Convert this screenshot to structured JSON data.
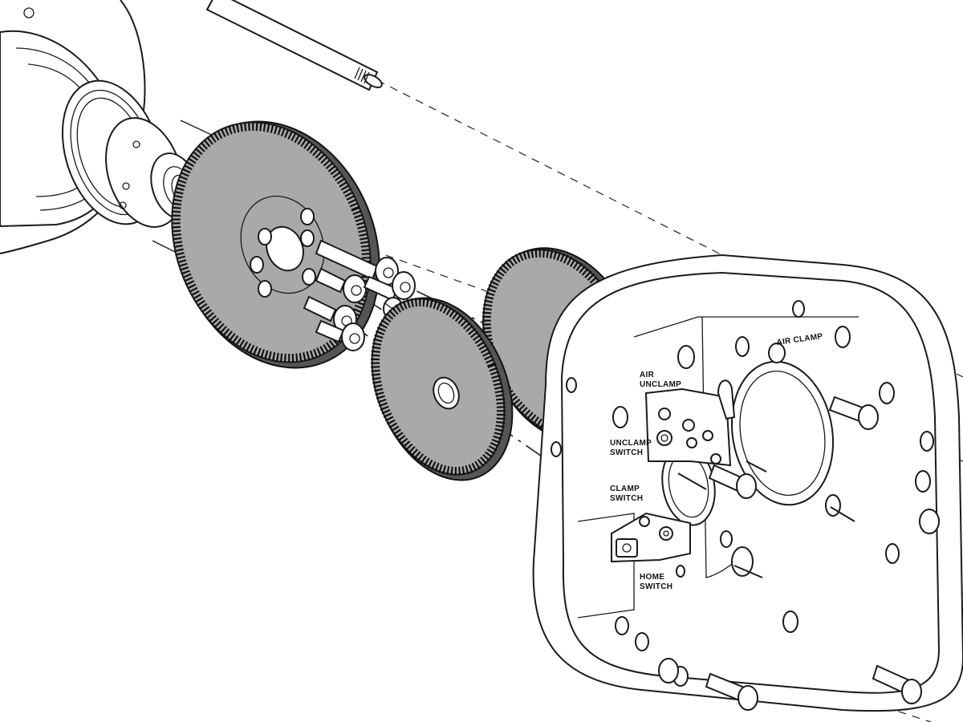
{
  "labels": {
    "air_clamp": "AIR CLAMP",
    "air_unclamp_line1": "AIR",
    "air_unclamp_line2": "UNCLAMP",
    "unclamp_switch_line1": "UNCLAMP",
    "unclamp_switch_line2": "SWITCH",
    "clamp_switch_line1": "CLAMP",
    "clamp_switch_line2": "SWITCH",
    "home_switch_line1": "HOME",
    "home_switch_line2": "SWITCH"
  },
  "icons": {
    "gear": "gear-icon",
    "bolt": "socket-head-bolt-icon",
    "switch": "proximity-switch-icon"
  },
  "colors": {
    "line": "#1a1a1a",
    "gear_face": "#a9a9a9",
    "background": "#ffffff"
  }
}
